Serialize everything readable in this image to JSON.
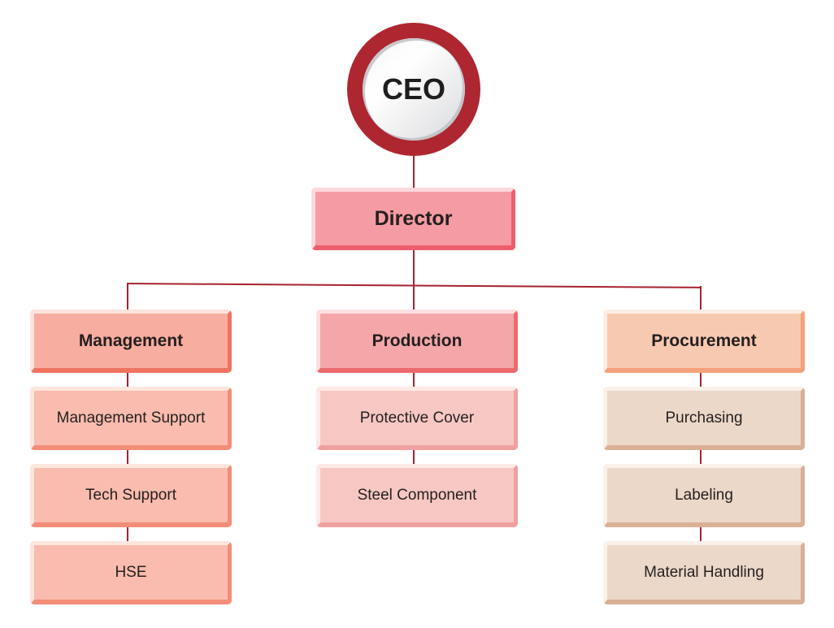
{
  "ceo": {
    "label": "CEO"
  },
  "director": {
    "label": "Director"
  },
  "departments": [
    {
      "label": "Management",
      "children": [
        "Management Support",
        "Tech Support",
        "HSE"
      ]
    },
    {
      "label": "Production",
      "children": [
        "Protective Cover",
        "Steel Component"
      ]
    },
    {
      "label": "Procurement",
      "children": [
        "Purchasing",
        "Labeling",
        "Material Handling"
      ]
    }
  ],
  "colors": {
    "ceo_ring": "#ae2630",
    "connector": "#a8222e"
  }
}
